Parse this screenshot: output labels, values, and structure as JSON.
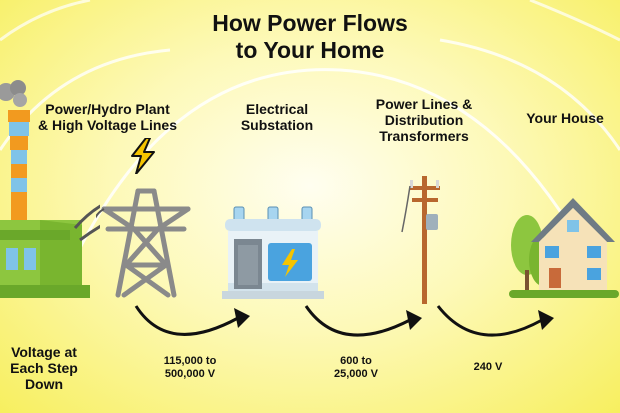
{
  "title": {
    "line1": "How Power Flows",
    "line2": "to Your Home"
  },
  "stages": [
    {
      "label_line1": "Power/Hydro Plant",
      "label_line2": "& High Voltage Lines",
      "icon": "power-plant-icon"
    },
    {
      "label_line1": "Electrical",
      "label_line2": "Substation",
      "icon": "substation-icon"
    },
    {
      "label_line1": "Power Lines &",
      "label_line2": "Distribution",
      "label_line3": "Transformers",
      "icon": "utility-pole-icon"
    },
    {
      "label_line1": "Your House",
      "icon": "house-icon"
    }
  ],
  "voltages": [
    {
      "line1": "115,000 to",
      "line2": "500,000 V"
    },
    {
      "line1": "600 to",
      "line2": "25,000 V"
    },
    {
      "line1": "240 V"
    }
  ],
  "side_label": {
    "line1": "Voltage at",
    "line2": "Each Step",
    "line3": "Down"
  },
  "colors": {
    "background": "#f7ef5f",
    "text": "#111111",
    "arrow": "#111111"
  }
}
